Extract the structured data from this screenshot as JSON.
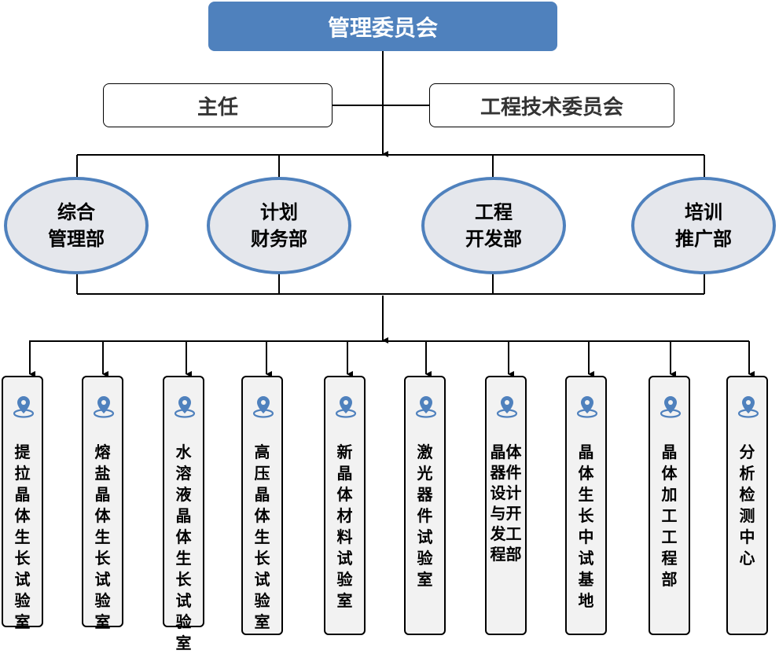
{
  "header": {
    "title": "管理委员会"
  },
  "side_boxes": {
    "left": "主任",
    "right": "工程技术委员会"
  },
  "departments": [
    {
      "line1": "综合",
      "line2": "管理部"
    },
    {
      "line1": "计划",
      "line2": "财务部"
    },
    {
      "line1": "工程",
      "line2": "开发部"
    },
    {
      "line1": "培训",
      "line2": "推广部"
    }
  ],
  "units": [
    {
      "label": "提拉晶体生长试验室",
      "icon": "location-pin-icon"
    },
    {
      "label": "熔盐晶体生长试验室",
      "icon": "location-pin-icon"
    },
    {
      "label": "水溶液晶体生长试验室",
      "icon": "location-pin-icon"
    },
    {
      "label": "高压晶体生长试验室",
      "icon": "location-pin-icon"
    },
    {
      "label": "新晶体材料试验室",
      "icon": "location-pin-icon"
    },
    {
      "label": "激光器件试验室",
      "icon": "location-pin-icon"
    },
    {
      "label": "晶体器件设计与开发工程部",
      "icon": "location-pin-icon"
    },
    {
      "label": "晶体生长中试基地",
      "icon": "location-pin-icon"
    },
    {
      "label": "晶体加工工程部",
      "icon": "location-pin-icon"
    },
    {
      "label": "分析检测中心",
      "icon": "location-pin-icon"
    }
  ],
  "colors": {
    "accent": "#4f81bd",
    "ellipse_fill": "#e5e7ec",
    "box_fill": "#f2f2f2"
  }
}
